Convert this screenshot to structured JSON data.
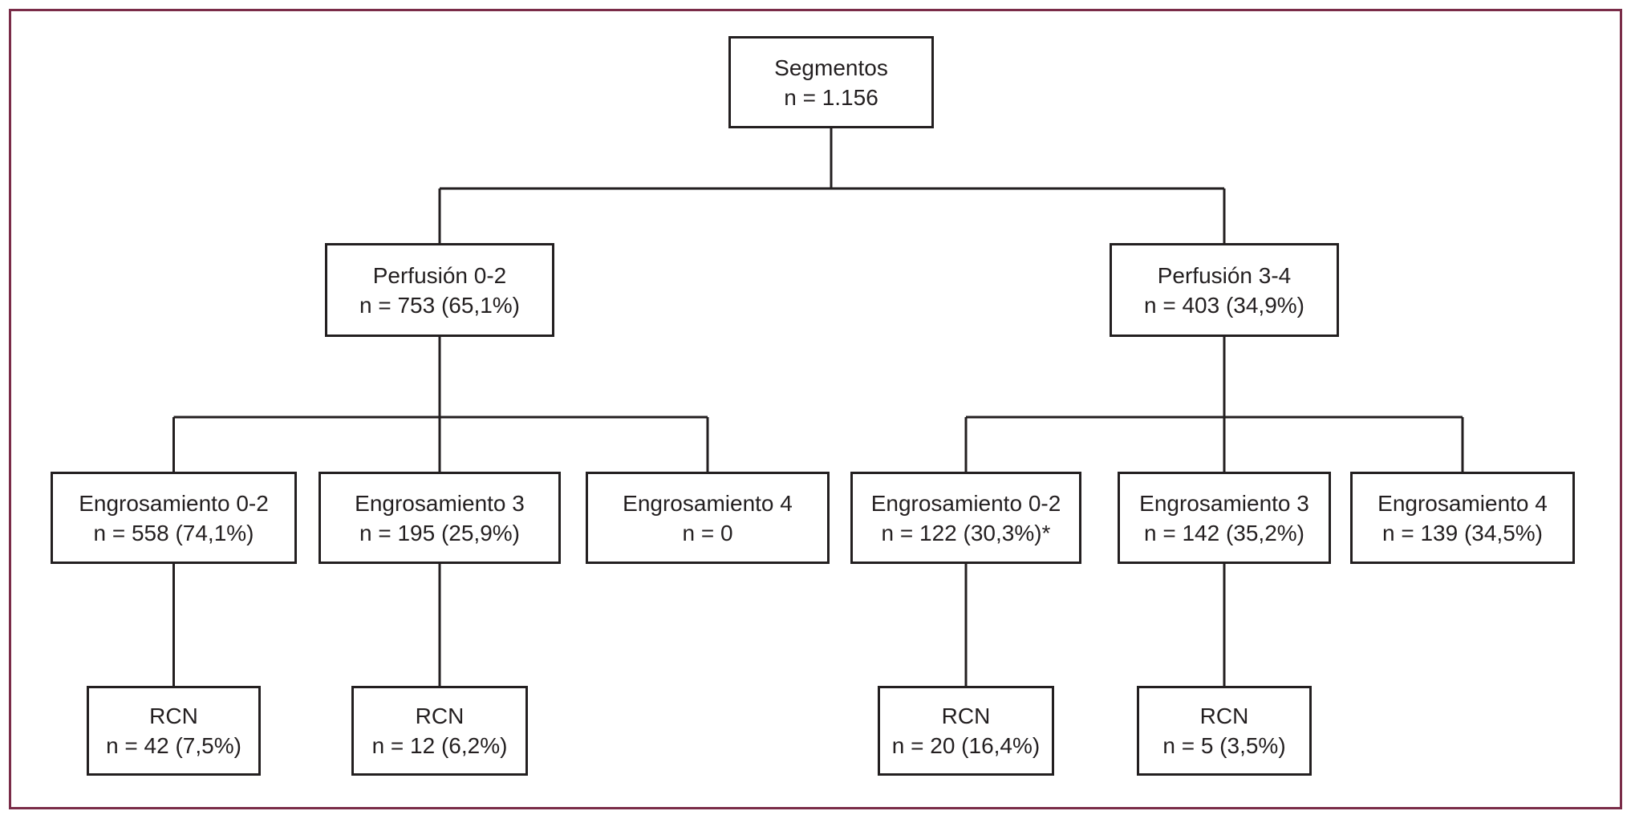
{
  "figure": {
    "type": "flowchart",
    "language": "es"
  },
  "colors": {
    "frame_border": "#7a2c48",
    "connector": "#231f20",
    "node_border": "#231f20",
    "text": "#231f20",
    "background": "#ffffff"
  },
  "nodes": {
    "segmentos": {
      "label": "Segmentos",
      "value": "n = 1.156"
    },
    "perfusion_0_2": {
      "label": "Perfusión 0-2",
      "value": "n = 753 (65,1%)"
    },
    "perfusion_3_4": {
      "label": "Perfusión 3-4",
      "value": "n = 403 (34,9%)"
    },
    "engrosamiento_0_2_left": {
      "label": "Engrosamiento 0-2",
      "value": "n = 558 (74,1%)"
    },
    "engrosamiento_3_left": {
      "label": "Engrosamiento 3",
      "value": "n = 195 (25,9%)"
    },
    "engrosamiento_4_left": {
      "label": "Engrosamiento 4",
      "value": "n = 0"
    },
    "engrosamiento_0_2_right": {
      "label": "Engrosamiento 0-2",
      "value": "n = 122 (30,3%)*"
    },
    "engrosamiento_3_right": {
      "label": "Engrosamiento 3",
      "value": "n = 142 (35,2%)"
    },
    "engrosamiento_4_right": {
      "label": "Engrosamiento 4",
      "value": "n = 139 (34,5%)"
    },
    "rcn_1": {
      "label": "RCN",
      "value": "n = 42 (7,5%)"
    },
    "rcn_2": {
      "label": "RCN",
      "value": "n = 12 (6,2%)"
    },
    "rcn_3": {
      "label": "RCN",
      "value": "n = 20 (16,4%)"
    },
    "rcn_4": {
      "label": "RCN",
      "value": "n = 5 (3,5%)"
    }
  },
  "edges": [
    [
      "segmentos",
      "perfusion_0_2"
    ],
    [
      "segmentos",
      "perfusion_3_4"
    ],
    [
      "perfusion_0_2",
      "engrosamiento_0_2_left"
    ],
    [
      "perfusion_0_2",
      "engrosamiento_3_left"
    ],
    [
      "perfusion_0_2",
      "engrosamiento_4_left"
    ],
    [
      "perfusion_3_4",
      "engrosamiento_0_2_right"
    ],
    [
      "perfusion_3_4",
      "engrosamiento_3_right"
    ],
    [
      "perfusion_3_4",
      "engrosamiento_4_right"
    ],
    [
      "engrosamiento_0_2_left",
      "rcn_1"
    ],
    [
      "engrosamiento_3_left",
      "rcn_2"
    ],
    [
      "engrosamiento_0_2_right",
      "rcn_3"
    ],
    [
      "engrosamiento_3_right",
      "rcn_4"
    ]
  ]
}
